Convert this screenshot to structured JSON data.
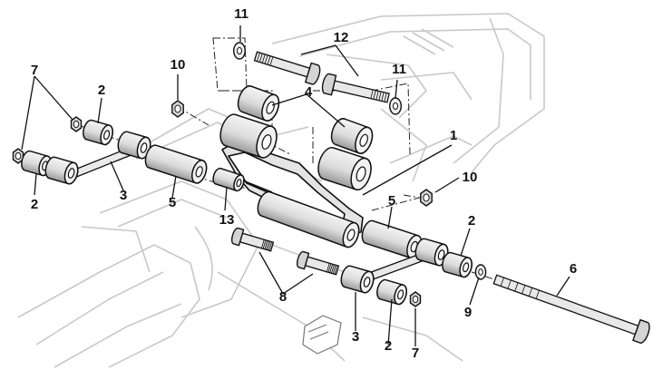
{
  "figure": {
    "frame_color": "#c8c8c8",
    "part_fill": "#e4e4e4",
    "part_shade": "#9a9a9a",
    "outline_color": "#111111",
    "callouts": {
      "c1": "1",
      "c2a": "2",
      "c2b": "2",
      "c2c": "2",
      "c2d": "2",
      "c3a": "3",
      "c3b": "3",
      "c4": "4",
      "c5a": "5",
      "c5b": "5",
      "c6": "6",
      "c7a": "7",
      "c7b": "7",
      "c8": "8",
      "c9": "9",
      "c10a": "10",
      "c10b": "10",
      "c11a": "11",
      "c11b": "11",
      "c12": "12",
      "c13": "13"
    }
  }
}
